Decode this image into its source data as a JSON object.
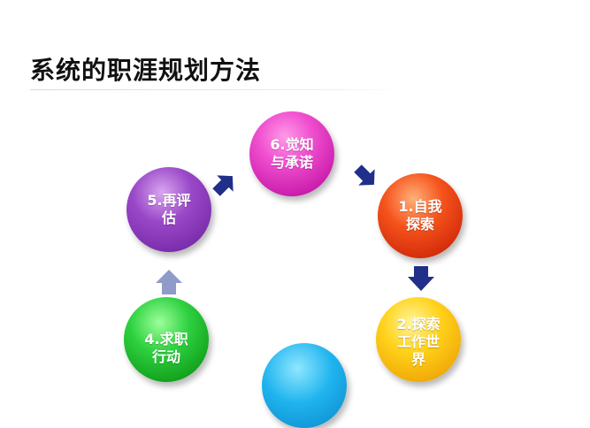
{
  "slide": {
    "title": "系统的职涯规划方法"
  },
  "diagram": {
    "nodes": [
      {
        "id": "n6",
        "label": "6.觉知\n与承诺",
        "color": "#e33cc4"
      },
      {
        "id": "n1",
        "label": "1.自我\n探索",
        "color": "#ea4112"
      },
      {
        "id": "n2",
        "label": "2.探索\n工作世\n界",
        "color": "#ffc20e"
      },
      {
        "id": "n3",
        "label": "",
        "color": "#1aa6e6"
      },
      {
        "id": "n4",
        "label": "4.求职\n行动",
        "color": "#22bb2e"
      },
      {
        "id": "n5",
        "label": "5.再评\n估",
        "color": "#8a3bbd"
      }
    ],
    "arrow_colors": {
      "dark": "#1f2f8a",
      "light": "#8f9bc9"
    }
  }
}
